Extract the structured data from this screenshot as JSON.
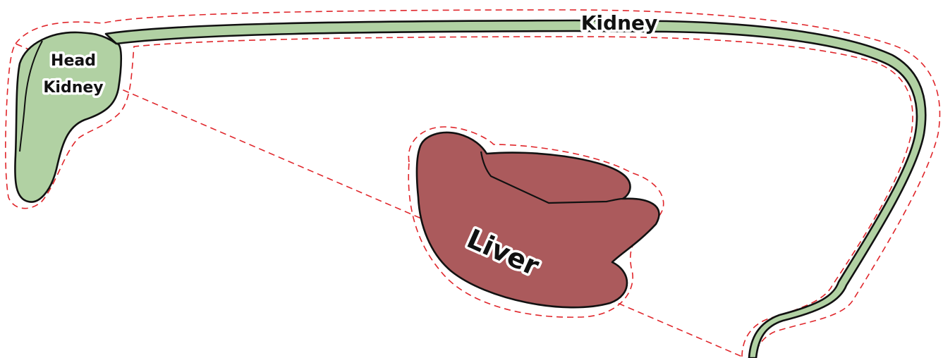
{
  "labels": {
    "head_kidney_line1": "Head",
    "head_kidney_line2": "Kidney",
    "kidney": "Kidney",
    "liver": "Liver"
  },
  "colors": {
    "kidney_fill": "#b1d1a3",
    "liver_fill": "#ab5a5c",
    "outline": "#111111",
    "cut_line": "#e0262b",
    "background": "#ffffff"
  }
}
